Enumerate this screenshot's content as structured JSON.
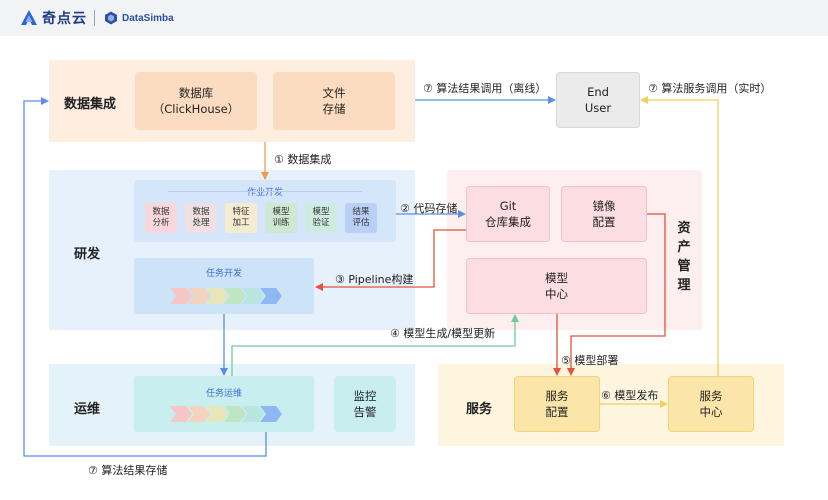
{
  "header": {
    "logo1_text": "奇点云",
    "logo2_text": "DataSimba"
  },
  "sections": {
    "data_integration": "数据集成",
    "rnd": "研发",
    "ops": "运维",
    "assets": "资产\n管理",
    "service": "服务"
  },
  "nodes": {
    "database": "数据库\n（ClickHouse）",
    "file_storage": "文件\n存储",
    "end_user": "End\nUser",
    "git": "Git\n仓库集成",
    "mirror": "镜像\n配置",
    "model_center": "模型\n中心",
    "service_config": "服务\n配置",
    "service_center": "服务\n中心",
    "monitor": "监控\n告警"
  },
  "job_dev": {
    "label": "作业开发",
    "tiles": [
      {
        "label": "数据\n分析",
        "color": "#f7d7dc"
      },
      {
        "label": "数据\n处理",
        "color": "#f0dfe3"
      },
      {
        "label": "特征\n加工",
        "color": "#f4ecd0"
      },
      {
        "label": "模型\n训练",
        "color": "#cfe8d3"
      },
      {
        "label": "模型\n验证",
        "color": "#cfeadf"
      },
      {
        "label": "结果\n评估",
        "color": "#b9cff6"
      }
    ]
  },
  "task_dev": {
    "label": "任务开发"
  },
  "task_ops": {
    "label": "任务运维"
  },
  "edges": {
    "e1": "① 数据集成",
    "e2": "② 代码存储",
    "e3": "③ Pipeline构建",
    "e4": "④ 模型生成/模型更新",
    "e5": "⑤ 模型部署",
    "e6": "⑥ 模型发布",
    "e7a": "⑦ 算法结果调用（离线）",
    "e7b": "⑦ 算法服务调用（实时）",
    "e7c": "⑦ 算法结果存储"
  },
  "colors": {
    "orange_panel": "#fdeee0",
    "orange_box": "#fcdcc0",
    "blue_panel": "#e6f1fb",
    "pink_panel": "#fdeef0",
    "pink_box": "#fcdde1",
    "yellow_panel": "#fdf5dd",
    "yellow_box": "#fbe5a8",
    "teal_panel": "#def5f6",
    "gray_box": "#ebebeb",
    "wire_blue": "#5b8ee6",
    "wire_orange": "#f09a4a",
    "wire_red": "#e0533d",
    "wire_yellow": "#f2cf60",
    "wire_green": "#6ccc9a"
  }
}
